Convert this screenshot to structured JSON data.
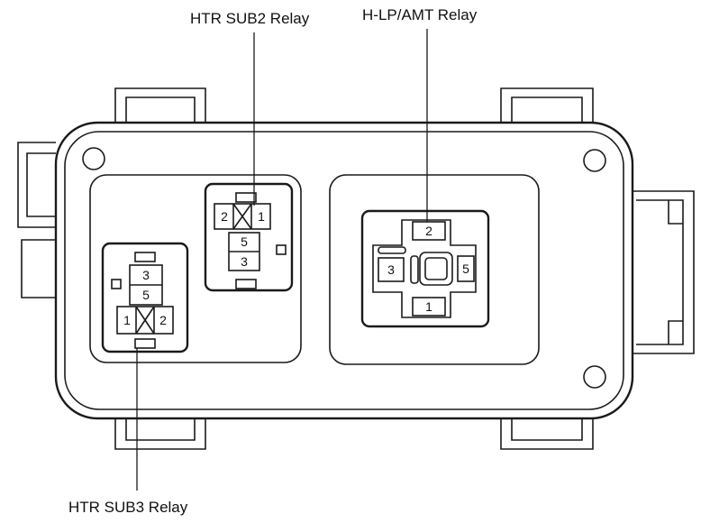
{
  "labels": {
    "htr_sub2": "HTR SUB2 Relay",
    "hlp_amt": "H-LP/AMT Relay",
    "htr_sub3": "HTR SUB3 Relay"
  },
  "htr_sub2_pins": {
    "p2": "2",
    "p1": "1",
    "p5": "5",
    "p3": "3"
  },
  "hlp_amt_pins": {
    "p2": "2",
    "p3": "3",
    "p5": "5",
    "p1": "1"
  },
  "htr_sub3_pins": {
    "p3": "3",
    "p5": "5",
    "p1": "1",
    "p2": "2"
  }
}
